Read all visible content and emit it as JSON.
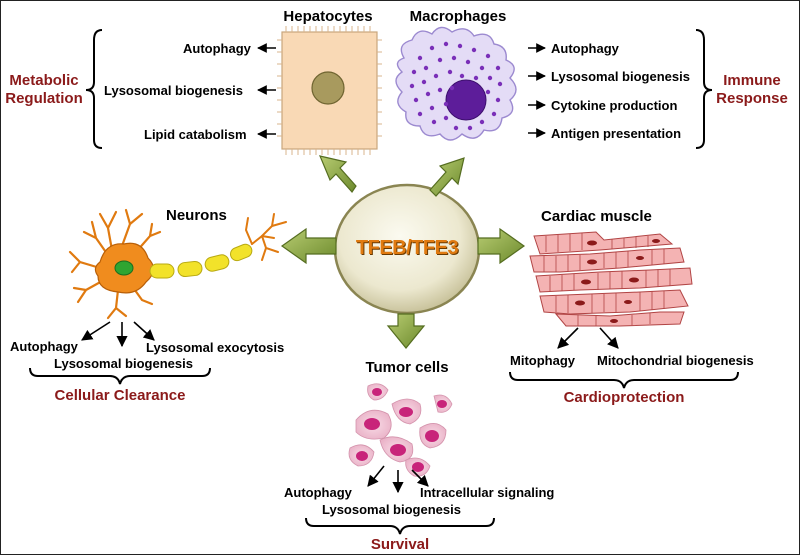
{
  "center": {
    "label": "TFEB/TFE3"
  },
  "hepatocytes": {
    "title": "Hepatocytes",
    "items": [
      "Autophagy",
      "Lysosomal biogenesis",
      "Lipid catabolism"
    ],
    "group_label": [
      "Metabolic",
      "Regulation"
    ]
  },
  "macrophages": {
    "title": "Macrophages",
    "items": [
      "Autophagy",
      "Lysosomal biogenesis",
      "Cytokine production",
      "Antigen presentation"
    ],
    "group_label": [
      "Immune",
      "Response"
    ]
  },
  "neurons": {
    "title": "Neurons",
    "items": [
      "Autophagy",
      "Lysosomal exocytosis",
      "Lysosomal biogenesis"
    ],
    "group_label": "Cellular Clearance"
  },
  "cardiac": {
    "title": "Cardiac muscle",
    "items": [
      "Mitophagy",
      "Mitochondrial biogenesis"
    ],
    "group_label": "Cardioprotection"
  },
  "tumor": {
    "title": "Tumor cells",
    "items": [
      "Autophagy",
      "Intracellular signaling",
      "Lysosomal biogenesis"
    ],
    "group_label": "Survival"
  },
  "colors": {
    "label_red": "#8b1a1a",
    "center_text": "#e07a10",
    "arrow_green": "#7f9a3a",
    "hepatocyte_fill": "#f9d9b5",
    "macrophage_fill": "#e4dcf6",
    "macrophage_dots": "#7a2fb8",
    "neuron_body": "#f08c1e",
    "neuron_nucleus": "#2fa531",
    "myelin": "#f2e22a",
    "muscle_fill": "#f4b3b3",
    "tumor_fill": "#f3c9d8",
    "tumor_nucleus": "#c8247a"
  }
}
